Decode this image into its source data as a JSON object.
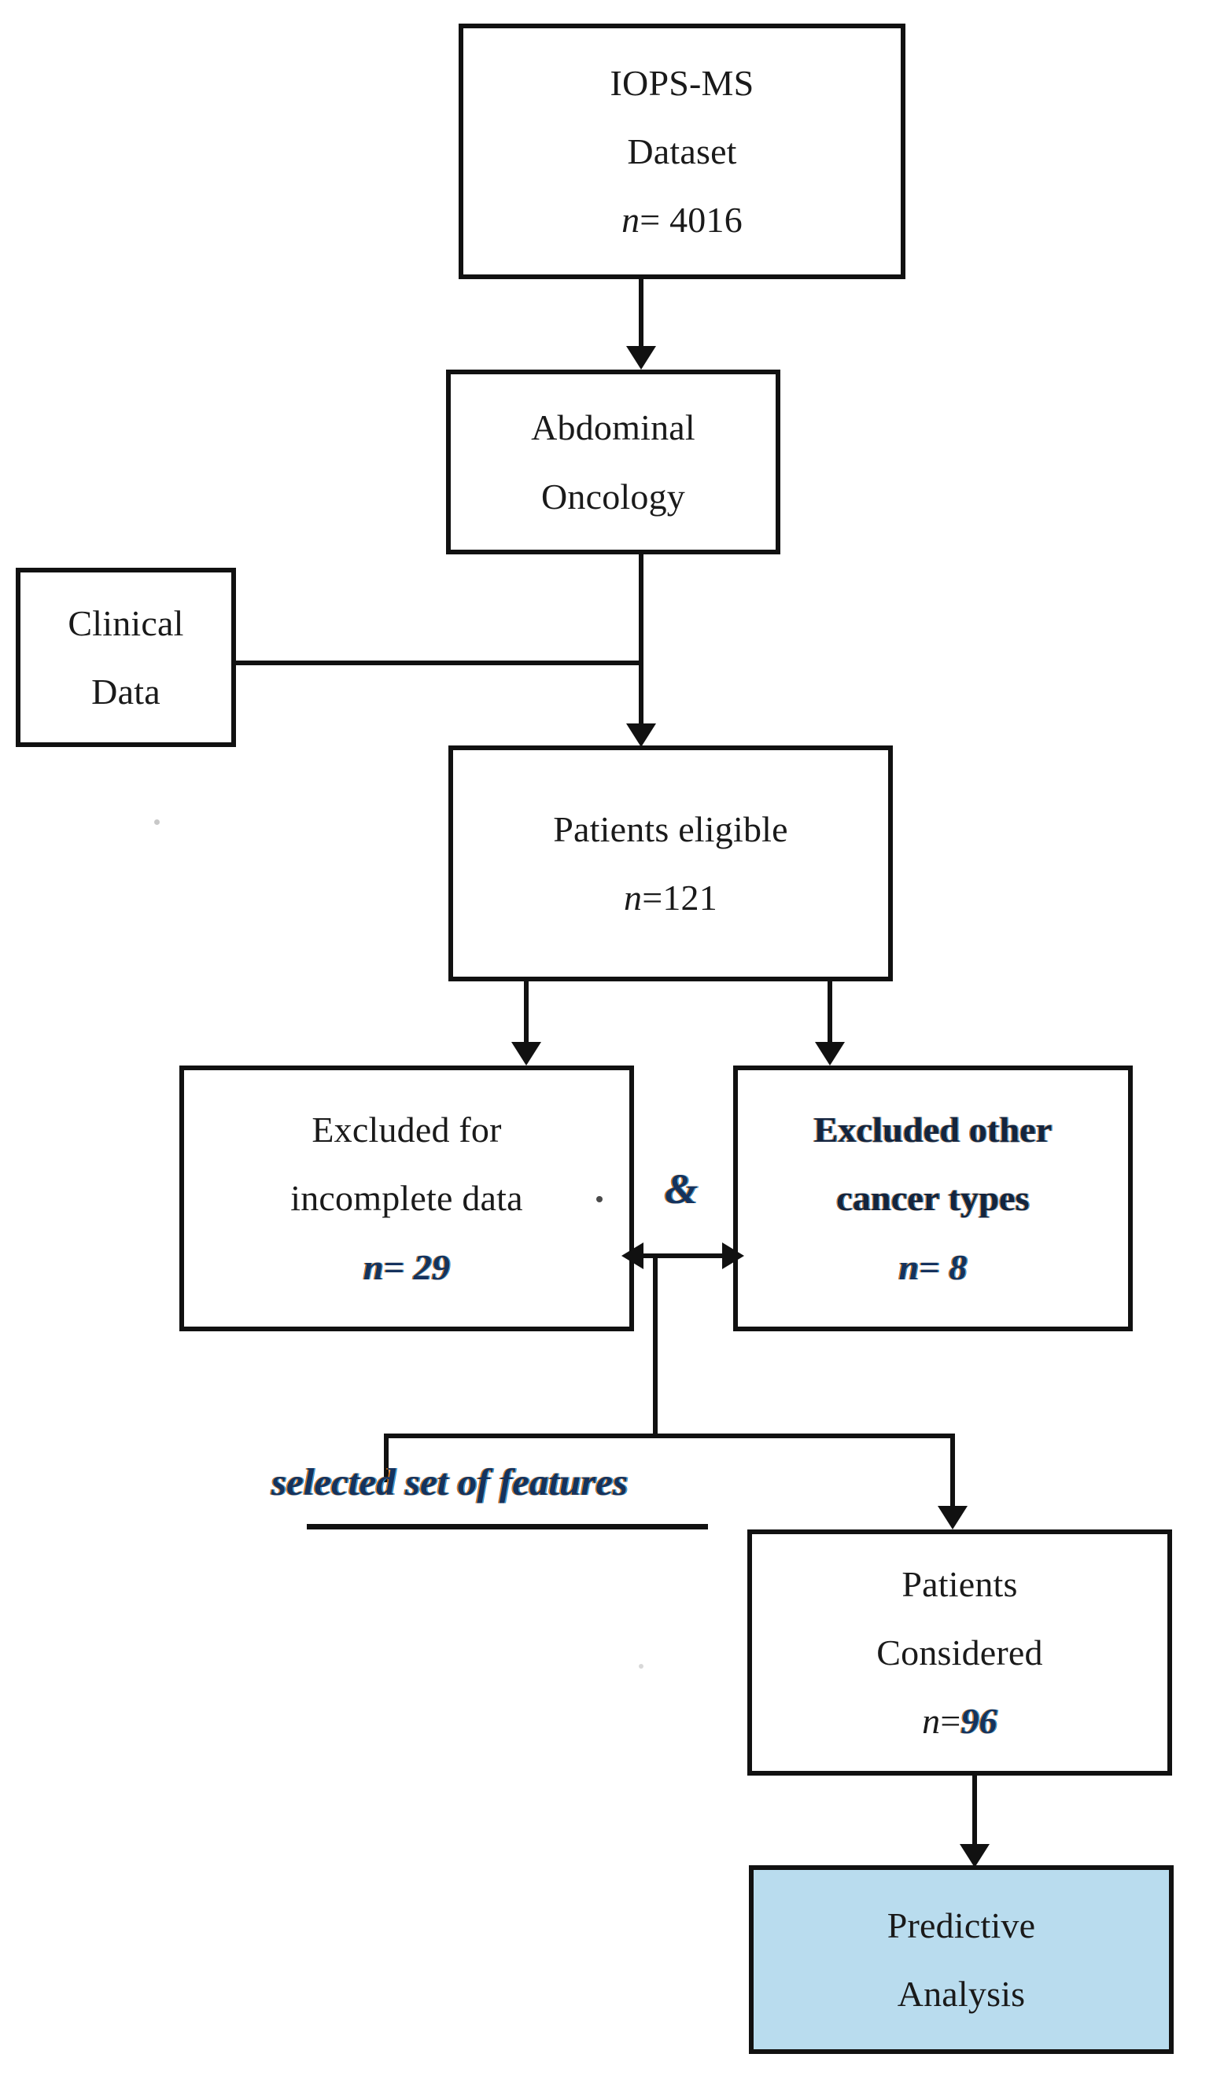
{
  "diagram": {
    "title": "Patient selection flowchart",
    "accent_fill": "#b9dcee",
    "line_color": "#111111",
    "emphasis_color": "#15325e"
  },
  "nodes": {
    "dataset": {
      "line1": "IOPS-MS",
      "line2": "Dataset",
      "n_label": "n",
      "n_eq": "= 4016"
    },
    "abdominal": {
      "line1": "Abdominal",
      "line2": "Oncology"
    },
    "clinical": {
      "line1": "Clinical",
      "line2": "Data"
    },
    "eligible": {
      "line1": "Patients eligible",
      "n_label": "n",
      "n_eq": "=121"
    },
    "excluded_incomplete": {
      "line1": "Excluded for",
      "line2": "incomplete data",
      "n_label": "n",
      "n_eq": "= ",
      "n_value": "29"
    },
    "excluded_other": {
      "line1": "Excluded other",
      "line2": "cancer types",
      "n_label": "n",
      "n_eq": "= ",
      "n_value": "8"
    },
    "considered": {
      "line1": "Patients",
      "line2": "Considered",
      "n_label": "n",
      "n_eq": "=",
      "n_value": "96"
    },
    "predictive": {
      "line1": "Predictive",
      "line2": "Analysis"
    }
  },
  "labels": {
    "ampersand": "&",
    "selected_features": "selected set of features"
  },
  "chart_data": {
    "type": "diagram",
    "title": "Patient selection flowchart",
    "nodes": [
      {
        "id": "dataset",
        "text": "IOPS-MS Dataset n= 4016",
        "n": 4016
      },
      {
        "id": "abdominal",
        "text": "Abdominal Oncology"
      },
      {
        "id": "clinical",
        "text": "Clinical Data"
      },
      {
        "id": "eligible",
        "text": "Patients eligible n=121",
        "n": 121
      },
      {
        "id": "excluded_incomplete",
        "text": "Excluded for incomplete data n = 29",
        "n": 29
      },
      {
        "id": "excluded_other",
        "text": "Excluded other cancer types n = 8",
        "n": 8
      },
      {
        "id": "considered",
        "text": "Patients Considered n=96",
        "n": 96
      },
      {
        "id": "predictive",
        "text": "Predictive Analysis",
        "fill": "#b9dcee"
      }
    ],
    "edges": [
      {
        "from": "dataset",
        "to": "abdominal",
        "type": "arrow"
      },
      {
        "from": "abdominal",
        "to": "eligible",
        "type": "arrow"
      },
      {
        "from": "clinical",
        "to": "eligible",
        "type": "line"
      },
      {
        "from": "eligible",
        "to": "excluded_incomplete",
        "type": "arrow"
      },
      {
        "from": "eligible",
        "to": "excluded_other",
        "type": "arrow"
      },
      {
        "from": "excluded_incomplete",
        "to": "excluded_other",
        "type": "double-arrow",
        "label": "&"
      },
      {
        "from": "excluded_other",
        "to": "considered",
        "type": "arrow",
        "label": "selected set of features"
      },
      {
        "from": "considered",
        "to": "predictive",
        "type": "arrow"
      }
    ]
  }
}
